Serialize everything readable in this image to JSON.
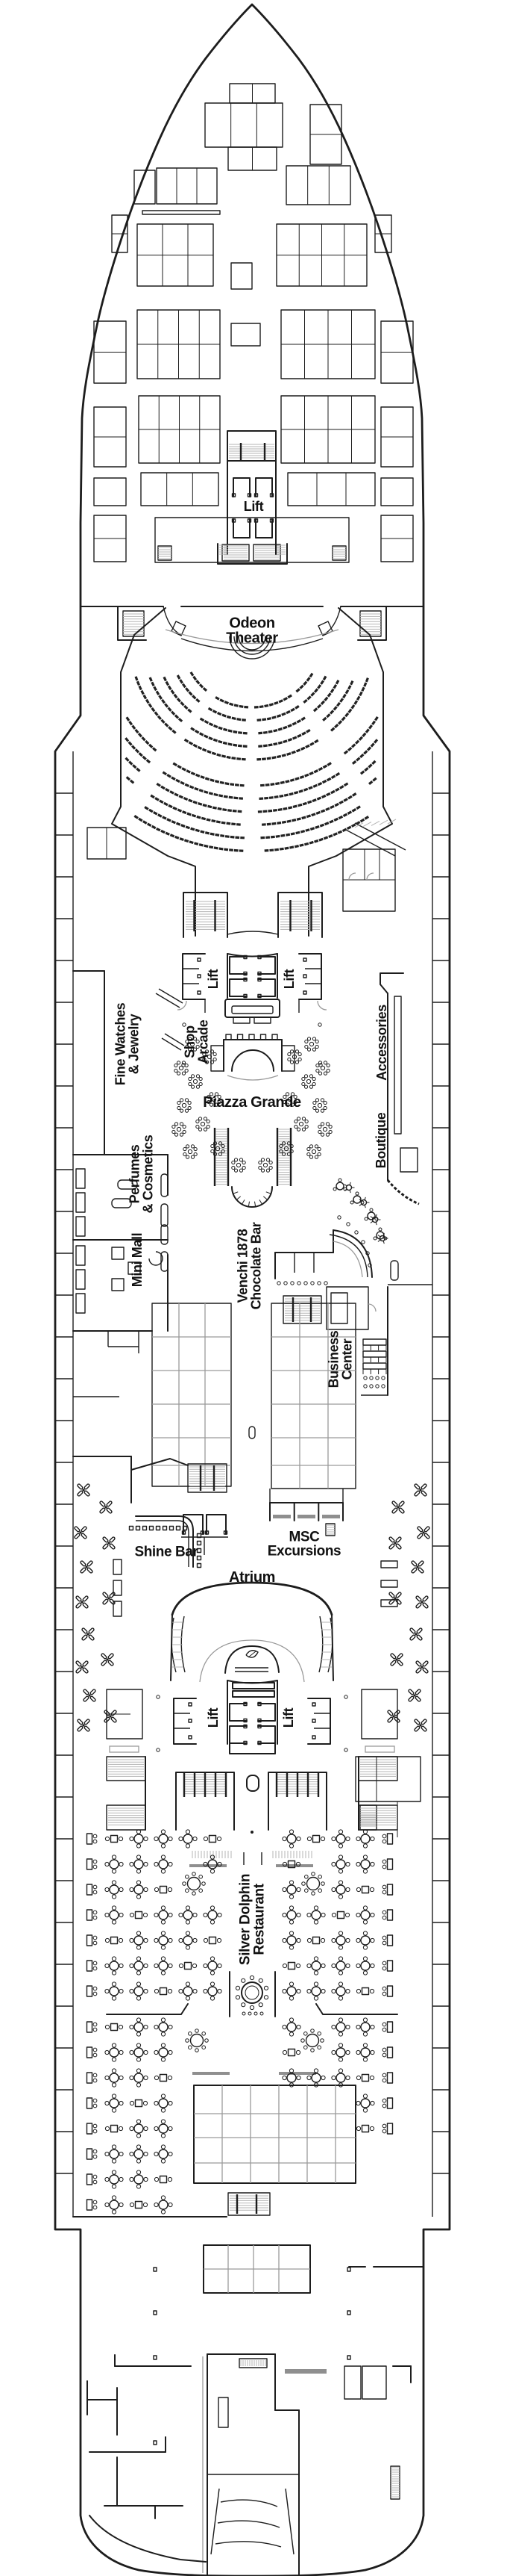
{
  "meta": {
    "type": "cruise-ship-deck-plan",
    "background_color": "#ffffff",
    "wall_color": "#1d1d1d",
    "secondary_color": "#9a9a9a",
    "icon_names": [
      "stair-hatch-icon",
      "escalator-icon",
      "lift-car-icon",
      "theater-seat-icon",
      "round-table-icon",
      "bar-stool-icon"
    ]
  },
  "labels": [
    {
      "id": "lift-forward",
      "text": "Lift"
    },
    {
      "id": "odeon-theater",
      "text": "Odeon\nTheater"
    },
    {
      "id": "lift-midship-left",
      "text": "Lift"
    },
    {
      "id": "lift-midship-right",
      "text": "Lift"
    },
    {
      "id": "fine-watches-jewelry",
      "text": "Fine Watches\n& Jewelry"
    },
    {
      "id": "shop-arcade",
      "text": "Shop\nArcade"
    },
    {
      "id": "accessories",
      "text": "Accessories"
    },
    {
      "id": "piazza-grande",
      "text": "Piazza Grande"
    },
    {
      "id": "boutique",
      "text": "Boutique"
    },
    {
      "id": "perfumes-cosmetics",
      "text": "Perfumes\n& Cosmetics"
    },
    {
      "id": "mini-mall",
      "text": "Mini Mall"
    },
    {
      "id": "venchi-chocolate-bar",
      "text": "Venchi 1878\nChocolate Bar"
    },
    {
      "id": "business-center",
      "text": "Business\nCenter"
    },
    {
      "id": "shine-bar",
      "text": "Shine Bar"
    },
    {
      "id": "msc-excursions",
      "text": "MSC\nExcursions"
    },
    {
      "id": "atrium",
      "text": "Atrium"
    },
    {
      "id": "lift-aft-left",
      "text": "Lift"
    },
    {
      "id": "lift-aft-right",
      "text": "Lift"
    },
    {
      "id": "silver-dolphin-restaurant",
      "text": "Silver Dolphin\nRestaurant"
    }
  ]
}
